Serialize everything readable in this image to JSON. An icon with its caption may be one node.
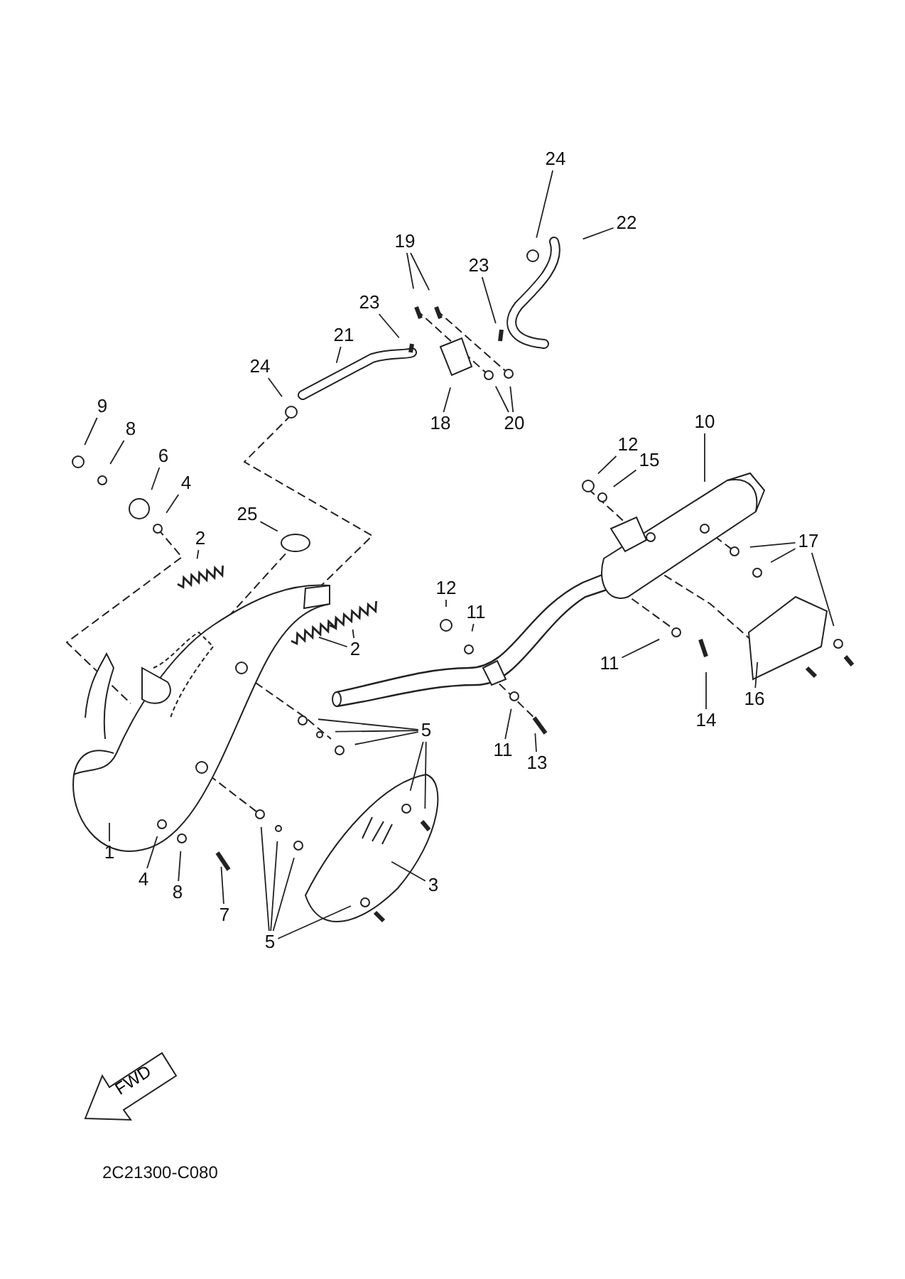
{
  "diagram": {
    "nodes": [
      {
        "text": [
          "24"
        ]
      },
      {
        "text": [
          "22"
        ]
      },
      {
        "text": [
          "19"
        ]
      },
      {
        "text": [
          "23"
        ]
      },
      {
        "text": [
          "23"
        ]
      },
      {
        "text": [
          "21"
        ]
      },
      {
        "text": [
          "24"
        ]
      },
      {
        "text": [
          "9"
        ]
      },
      {
        "text": [
          "18"
        ]
      },
      {
        "text": [
          "20"
        ]
      },
      {
        "text": [
          "10"
        ]
      },
      {
        "text": [
          "8"
        ]
      },
      {
        "text": [
          "12"
        ]
      },
      {
        "text": [
          "6"
        ]
      },
      {
        "text": [
          "15"
        ]
      },
      {
        "text": [
          "4"
        ]
      },
      {
        "text": [
          "25"
        ]
      },
      {
        "text": [
          "2"
        ]
      },
      {
        "text": [
          "17"
        ]
      },
      {
        "text": [
          "12"
        ]
      },
      {
        "text": [
          "11"
        ]
      },
      {
        "text": [
          "2"
        ]
      },
      {
        "text": [
          "11"
        ]
      },
      {
        "text": [
          "16"
        ]
      },
      {
        "text": [
          "14"
        ]
      },
      {
        "text": [
          "5"
        ]
      },
      {
        "text": [
          "11"
        ]
      },
      {
        "text": [
          "13"
        ]
      },
      {
        "text": [
          "1"
        ]
      },
      {
        "text": [
          "4"
        ]
      },
      {
        "text": [
          "3"
        ]
      },
      {
        "text": [
          "8"
        ]
      },
      {
        "text": [
          "7"
        ]
      },
      {
        "text": [
          "5"
        ]
      },
      {
        "text": [
          "FWD"
        ]
      }
    ],
    "edges": [
      {
        "from": 0,
        "to": null,
        "arrow": "none"
      },
      {
        "from": 1,
        "to": null,
        "arrow": "none"
      },
      {
        "from": 2,
        "to": null,
        "arrow": "none"
      },
      {
        "from": 2,
        "to": null,
        "arrow": "none"
      },
      {
        "from": 3,
        "to": null,
        "arrow": "none"
      },
      {
        "from": 4,
        "to": null,
        "arrow": "none"
      },
      {
        "from": 5,
        "to": null,
        "arrow": "none"
      },
      {
        "from": 6,
        "to": null,
        "arrow": "none"
      },
      {
        "from": 7,
        "to": null,
        "arrow": "none"
      },
      {
        "from": 8,
        "to": null,
        "arrow": "none"
      },
      {
        "from": 9,
        "to": null,
        "arrow": "none"
      },
      {
        "from": 9,
        "to": null,
        "arrow": "none"
      },
      {
        "from": 10,
        "to": null,
        "arrow": "none"
      },
      {
        "from": 11,
        "to": null,
        "arrow": "none"
      },
      {
        "from": 12,
        "to": null,
        "arrow": "none"
      },
      {
        "from": 13,
        "to": null,
        "arrow": "none"
      },
      {
        "from": 14,
        "to": null,
        "arrow": "none"
      },
      {
        "from": 15,
        "to": null,
        "arrow": "none"
      },
      {
        "from": 16,
        "to": null,
        "arrow": "none"
      },
      {
        "from": 17,
        "to": null,
        "arrow": "none"
      },
      {
        "from": 18,
        "to": null,
        "arrow": "none"
      },
      {
        "from": 18,
        "to": null,
        "arrow": "none"
      },
      {
        "from": 18,
        "to": null,
        "arrow": "none"
      },
      {
        "from": 19,
        "to": null,
        "arrow": "none"
      },
      {
        "from": 20,
        "to": null,
        "arrow": "none"
      },
      {
        "from": 21,
        "to": null,
        "arrow": "none"
      },
      {
        "from": 21,
        "to": null,
        "arrow": "none"
      },
      {
        "from": 22,
        "to": null,
        "arrow": "none"
      },
      {
        "from": 23,
        "to": null,
        "arrow": "none"
      },
      {
        "from": 24,
        "to": null,
        "arrow": "none"
      },
      {
        "from": 25,
        "to": null,
        "arrow": "none"
      },
      {
        "from": 25,
        "to": null,
        "arrow": "none"
      },
      {
        "from": 25,
        "to": null,
        "arrow": "none"
      },
      {
        "from": 25,
        "to": null,
        "arrow": "none"
      },
      {
        "from": 25,
        "to": null,
        "arrow": "none"
      },
      {
        "from": 26,
        "to": null,
        "arrow": "none"
      },
      {
        "from": 27,
        "to": null,
        "arrow": "none"
      },
      {
        "from": 28,
        "to": null,
        "arrow": "none"
      },
      {
        "from": 29,
        "to": null,
        "arrow": "none"
      },
      {
        "from": 30,
        "to": null,
        "arrow": "none"
      },
      {
        "from": 31,
        "to": null,
        "arrow": "none"
      },
      {
        "from": 32,
        "to": null,
        "arrow": "none"
      },
      {
        "from": 33,
        "to": null,
        "arrow": "none"
      },
      {
        "from": 33,
        "to": null,
        "arrow": "none"
      },
      {
        "from": 33,
        "to": null,
        "arrow": "none"
      },
      {
        "from": 33,
        "to": null,
        "arrow": "none"
      }
    ],
    "labels": [
      "2C21300-C080"
    ]
  }
}
